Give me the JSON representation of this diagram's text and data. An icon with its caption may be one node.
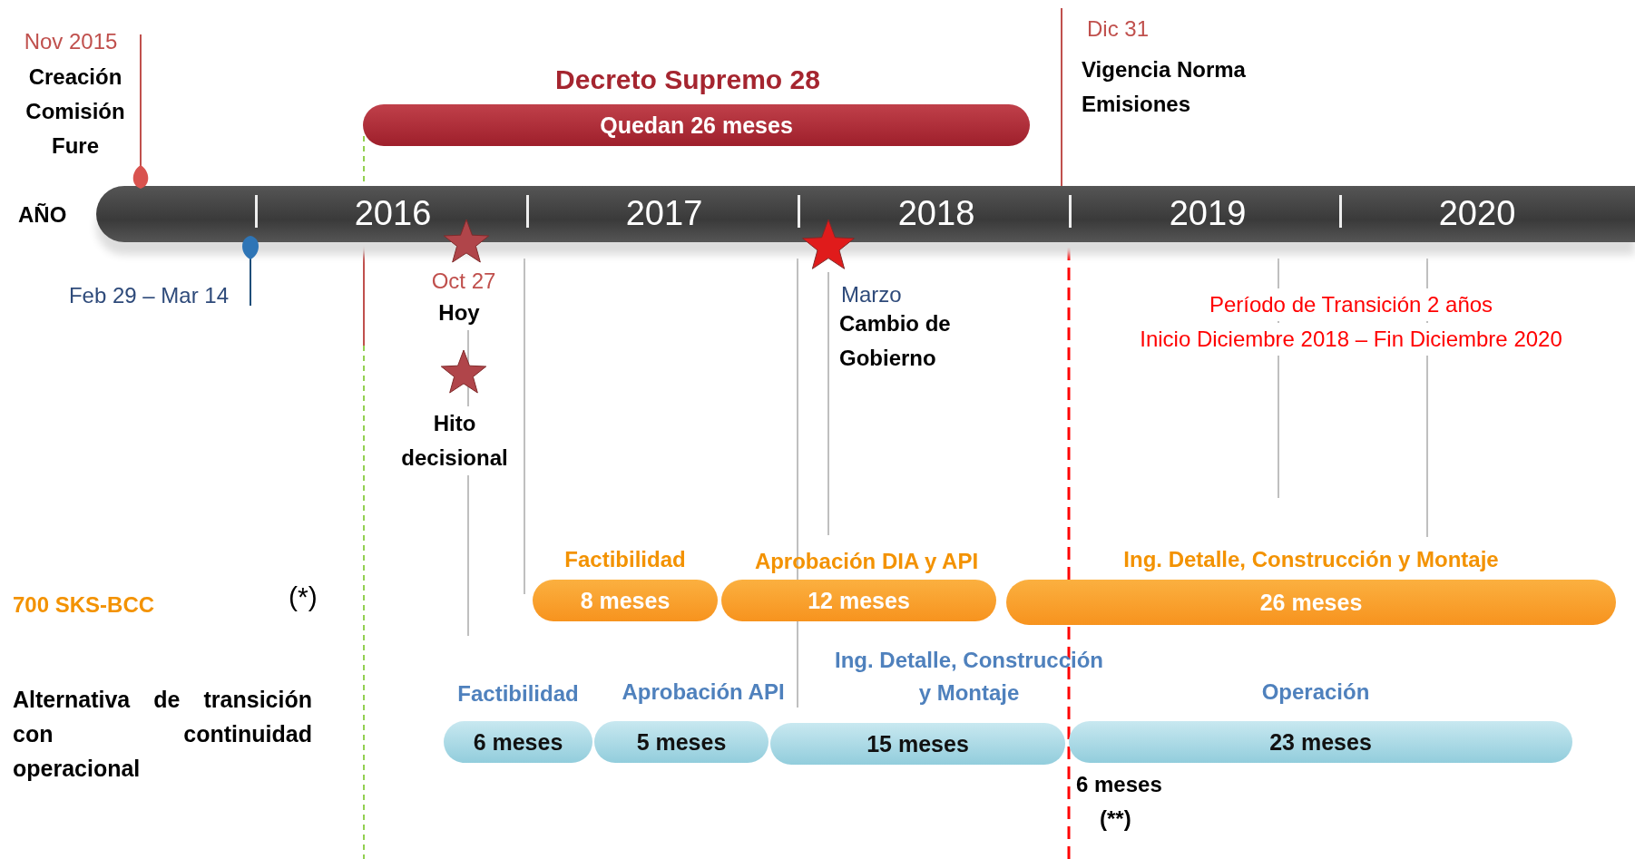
{
  "diagram": {
    "nodes": [
      {
        "text": [
          "Decreto Supremo 28",
          "Quedan 26 meses"
        ]
      },
      {
        "text": [
          "2016",
          "2017",
          "2018",
          "2019",
          "2020"
        ]
      },
      {
        "text": [
          "Factibilidad",
          "8 meses"
        ]
      },
      {
        "text": [
          "Aprobación DIA y API",
          "12 meses"
        ]
      },
      {
        "text": [
          "Ing. Detalle, Construcción y Montaje",
          "26 meses"
        ]
      },
      {
        "text": [
          "Factibilidad",
          "6 meses"
        ]
      },
      {
        "text": [
          "Aprobación API",
          "5 meses"
        ]
      },
      {
        "text": [
          "Ing. Detalle, Construcción y Montaje",
          "15 meses"
        ]
      },
      {
        "text": [
          "Operación",
          "23 meses"
        ]
      }
    ],
    "edges": [],
    "labels": [
      "Nov 2015",
      "Creación Comisión Fure",
      "AÑO",
      "Dic 31",
      "Vigencia Norma Emisiones",
      "Feb 29 – Mar 14",
      "Oct 27",
      "Hoy",
      "Marzo",
      "Cambio de Gobierno",
      "Período de Transición 2 años",
      "Inicio Diciembre 2018 – Fin Diciembre 2020",
      "Hito decisional",
      "700 SKS-BCC",
      "(*)",
      "Alternativa de transición con continuidad operacional",
      "6 meses",
      "(**)"
    ]
  }
}
